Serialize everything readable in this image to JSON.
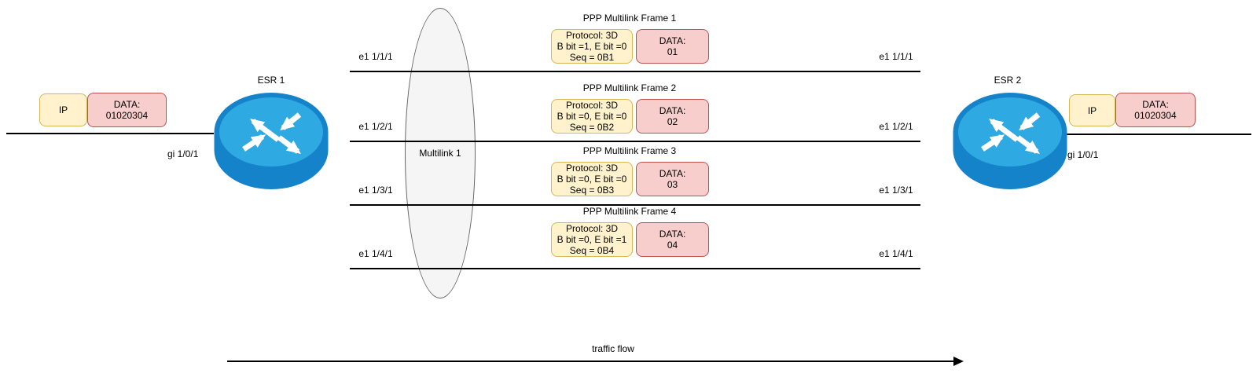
{
  "left": {
    "packet": {
      "header": "IP",
      "data_label": "DATA:",
      "data_value": "01020304"
    },
    "router_label": "ESR 1",
    "interface_label": "gi 1/0/1"
  },
  "right": {
    "packet": {
      "header": "IP",
      "data_label": "DATA:",
      "data_value": "01020304"
    },
    "router_label": "ESR 2",
    "interface_label": "gi 1/0/1"
  },
  "multilink": {
    "label": "Multilink 1"
  },
  "links": [
    {
      "left_label": "e1 1/1/1",
      "right_label": "e1 1/1/1"
    },
    {
      "left_label": "e1 1/2/1",
      "right_label": "e1 1/2/1"
    },
    {
      "left_label": "e1 1/3/1",
      "right_label": "e1 1/3/1"
    },
    {
      "left_label": "e1 1/4/1",
      "right_label": "e1 1/4/1"
    }
  ],
  "frames": [
    {
      "title": "PPP Multilink Frame 1",
      "protocol": "Protocol: 3D",
      "bits": "B bit =1, E bit =0",
      "seq": "Seq = 0B1",
      "data_label": "DATA:",
      "data_value": "01"
    },
    {
      "title": "PPP Multilink Frame 2",
      "protocol": "Protocol: 3D",
      "bits": "B bit =0, E bit =0",
      "seq": "Seq = 0B2",
      "data_label": "DATA:",
      "data_value": "02"
    },
    {
      "title": "PPP Multilink Frame 3",
      "protocol": "Protocol: 3D",
      "bits": "B bit =0, E bit =0",
      "seq": "Seq = 0B3",
      "data_label": "DATA:",
      "data_value": "03"
    },
    {
      "title": "PPP Multilink Frame 4",
      "protocol": "Protocol: 3D",
      "bits": "B bit =0, E bit =1",
      "seq": "Seq = 0B4",
      "data_label": "DATA:",
      "data_value": "04"
    }
  ],
  "traffic_flow_label": "traffic flow",
  "colors": {
    "header_box_fill": "#FFF2CC",
    "header_box_border": "#D6B656",
    "data_box_fill": "#F8CECC",
    "data_box_border": "#B85450",
    "multilink_fill": "#F5F5F5",
    "multilink_border": "#666666",
    "router_top": "#2FA9E1",
    "router_body": "#1583C9",
    "line": "#000000"
  }
}
